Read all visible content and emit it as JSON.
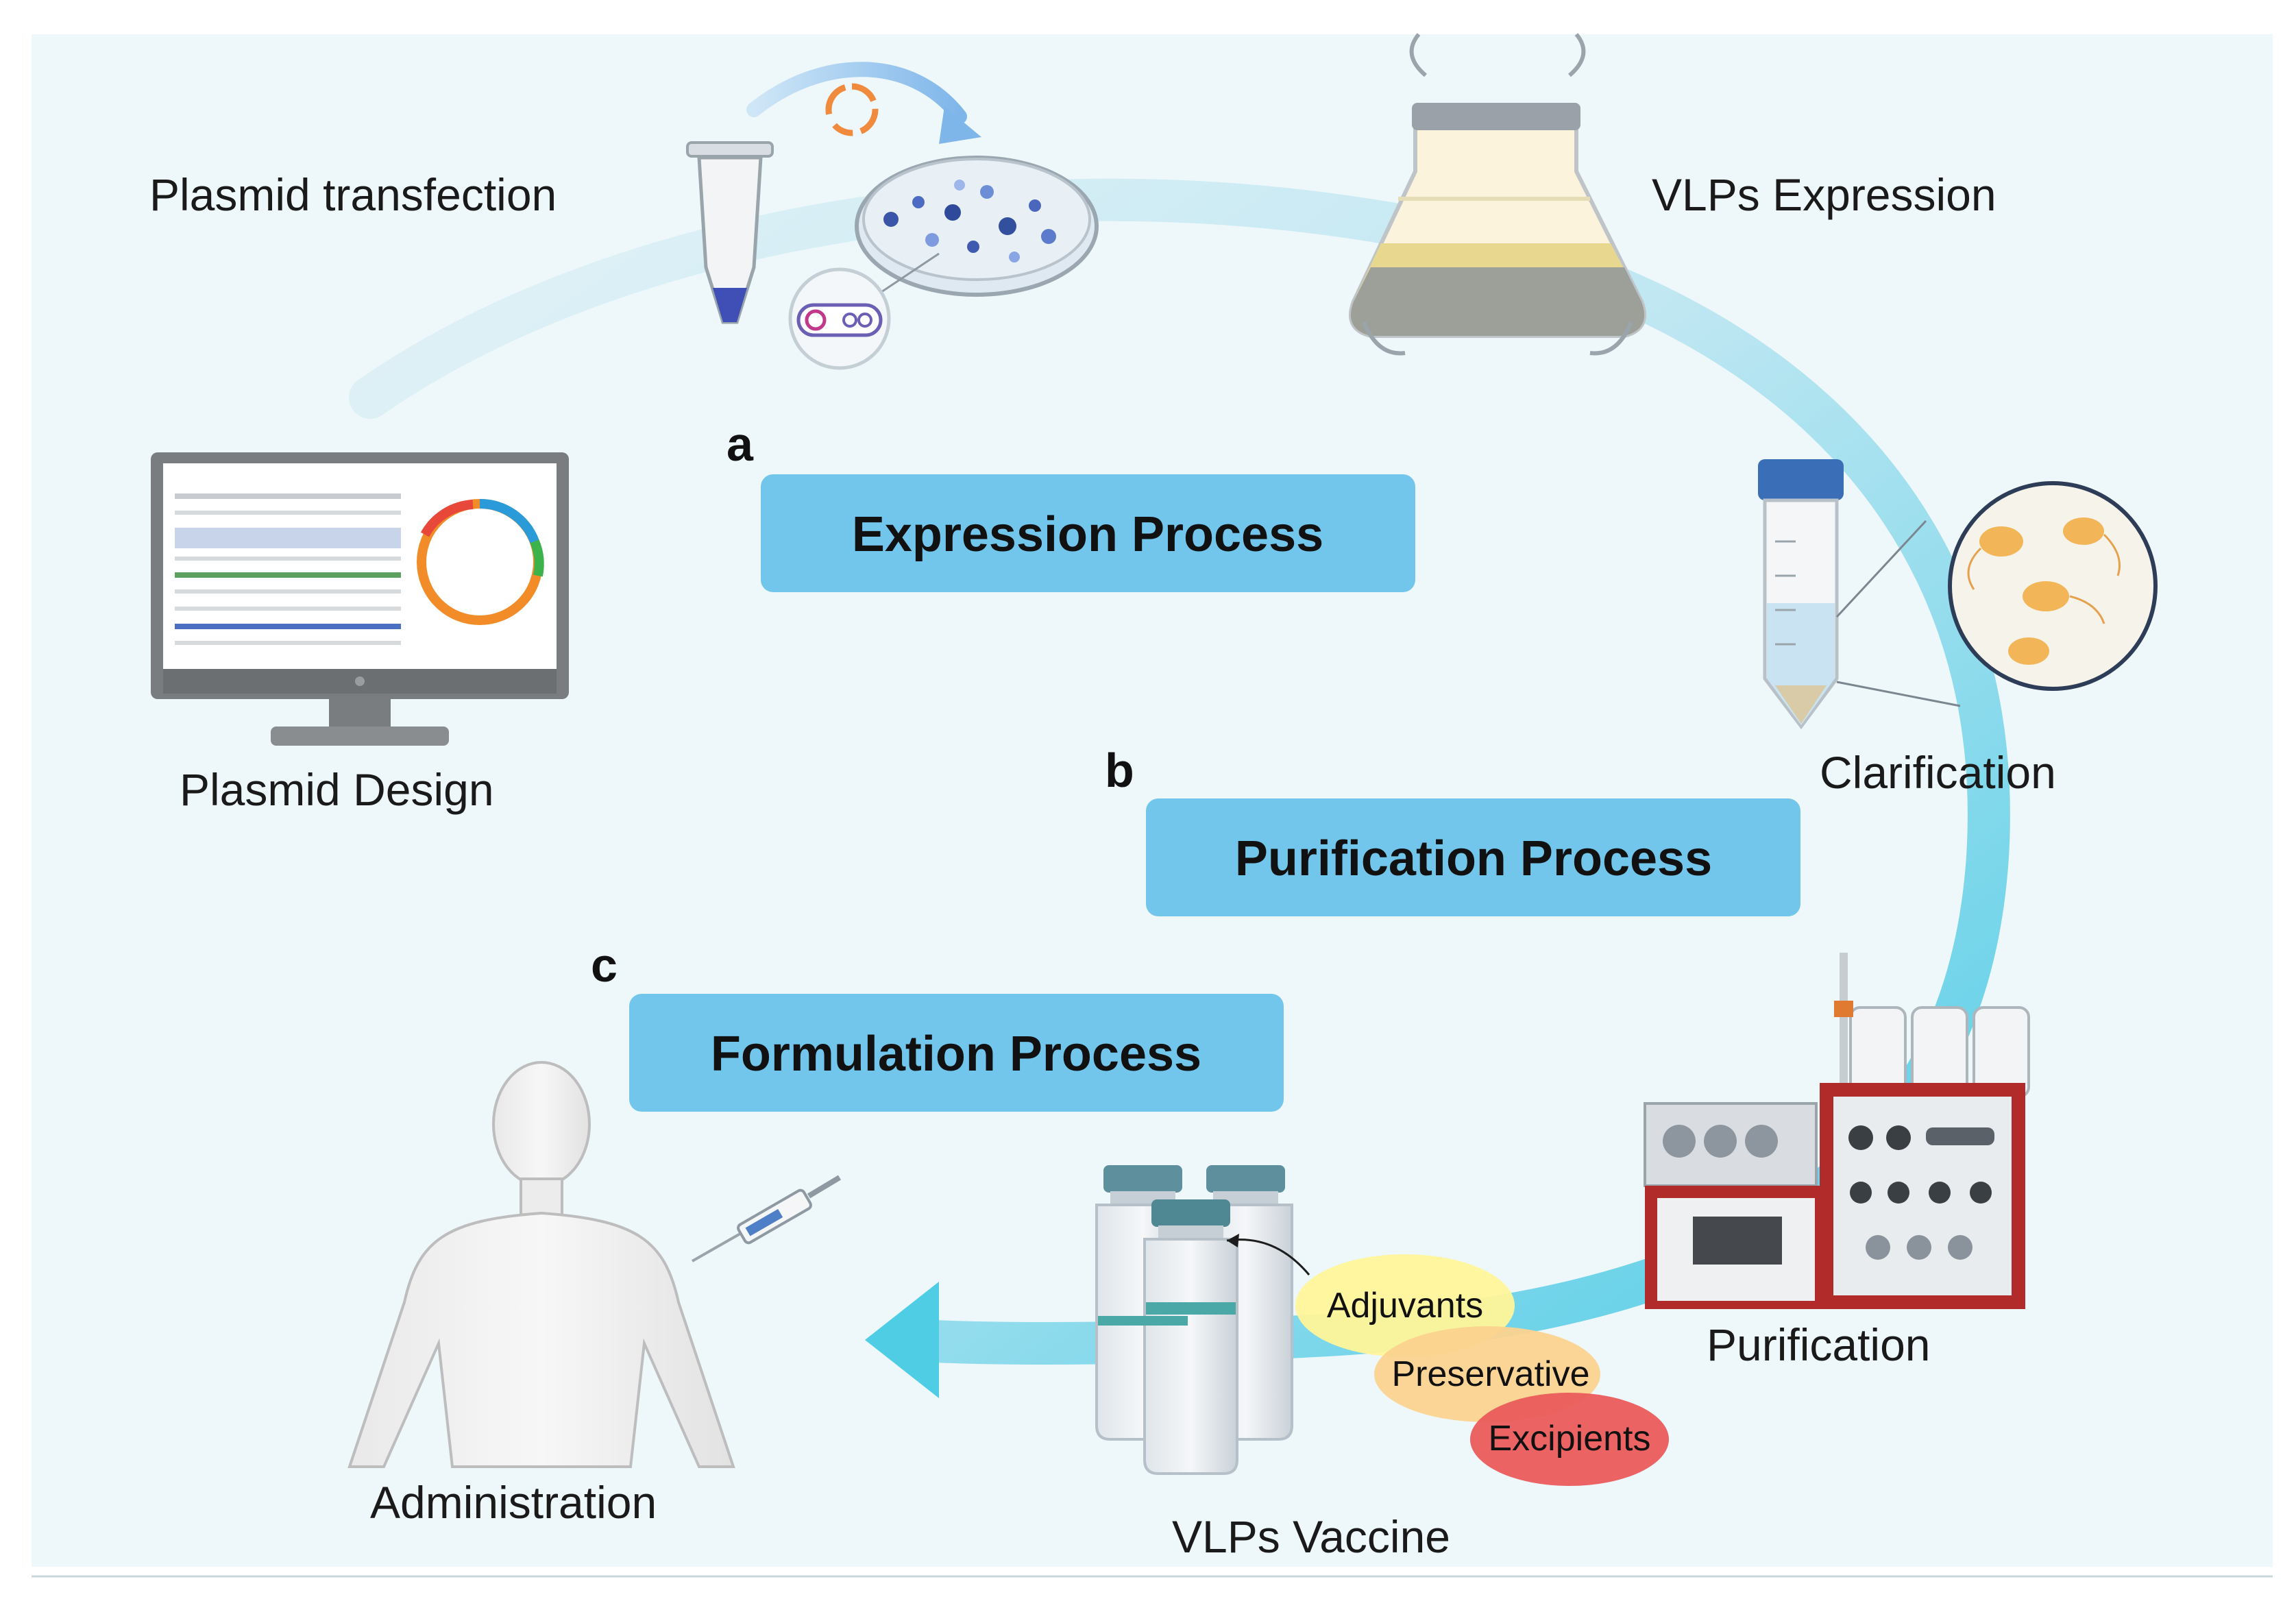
{
  "steps": {
    "plasmid_transfection": "Plasmid transfection",
    "vlps_expression": "VLPs Expression",
    "plasmid_design": "Plasmid Design",
    "clarification": "Clarification",
    "purification": "Purification",
    "vlps_vaccine": "VLPs Vaccine",
    "administration": "Administration"
  },
  "processes": {
    "a": {
      "letter": "a",
      "label": "Expression Process"
    },
    "b": {
      "letter": "b",
      "label": "Purification Process"
    },
    "c": {
      "letter": "c",
      "label": "Formulation Process"
    }
  },
  "ingredients": {
    "adjuvants": "Adjuvants",
    "preservative": "Preservative",
    "excipients": "Excipients"
  },
  "colors": {
    "background": "#eef7fa",
    "process_box": "#72c6ec",
    "flow_arrow": "#5fd0e8",
    "adjuvants": "#fff59a",
    "preservative": "#fbd38f",
    "excipients": "#ea5b5b",
    "equipment_red": "#b22b2b"
  }
}
